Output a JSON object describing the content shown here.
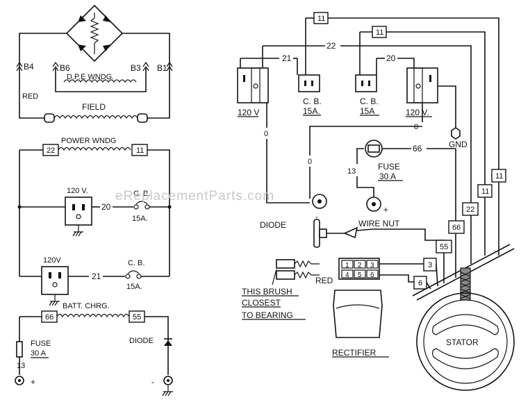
{
  "watermark": "eReplacementParts.com",
  "left": {
    "bridge_labels": {
      "b4": "B4",
      "b6": "B6",
      "b3": "B3",
      "b1": "B1"
    },
    "dpe_winding": "D.P.E WNDG.",
    "red": "RED",
    "field": "FIELD",
    "power_winding": "POWER WNDG",
    "tag_22": "22",
    "tag_11": "11",
    "outlet1_voltage": "120 V.",
    "wire_20": "20",
    "cb1_label": "C. B.",
    "cb1_rating": "15A.",
    "outlet2_voltage": "120V",
    "wire_21": "21",
    "cb2_label": "C. B.",
    "cb2_rating": "15A.",
    "batt_chrg": "BATT. CHRG.",
    "tag_66": "66",
    "tag_55": "55",
    "fuse": "FUSE",
    "fuse_rating": "30 A",
    "wire_13": "13",
    "plus": "+",
    "minus": "-",
    "diode": "DIODE"
  },
  "right": {
    "tag_11_top": "11",
    "wire_22": "22",
    "tag_11_mid": "11",
    "wire_21": "21",
    "wire_20": "20",
    "outlet_left_voltage": "120 V",
    "cb_left_label": "C. B.",
    "cb_left_rating": "15A.",
    "cb_right_label": "C. B.",
    "cb_right_rating": "15A",
    "outlet_right_voltage": "120 V.",
    "wire_0_left": "0",
    "wire_0_right": "0",
    "gnd": "GND",
    "wire_66": "66",
    "wire_13": "13",
    "fuse": "FUSE",
    "fuse_rating": "30 A",
    "minus": "-",
    "plus": "+",
    "diode": "DIODE",
    "wire_nut": "WIRE NUT",
    "tag_66": "66",
    "tag_22": "22",
    "tag_11_a": "11",
    "tag_11_b": "11",
    "tag_55": "55",
    "tag_3": "3",
    "tag_6": "6",
    "red": "RED",
    "terminals": [
      "1",
      "2",
      "3",
      "4",
      "5",
      "6"
    ],
    "brush_note_1": "THIS BRUSH",
    "brush_note_2": "CLOSEST",
    "brush_note_3": "TO BEARING",
    "rectifier": "RECTIFIER",
    "stator": "STATOR"
  }
}
